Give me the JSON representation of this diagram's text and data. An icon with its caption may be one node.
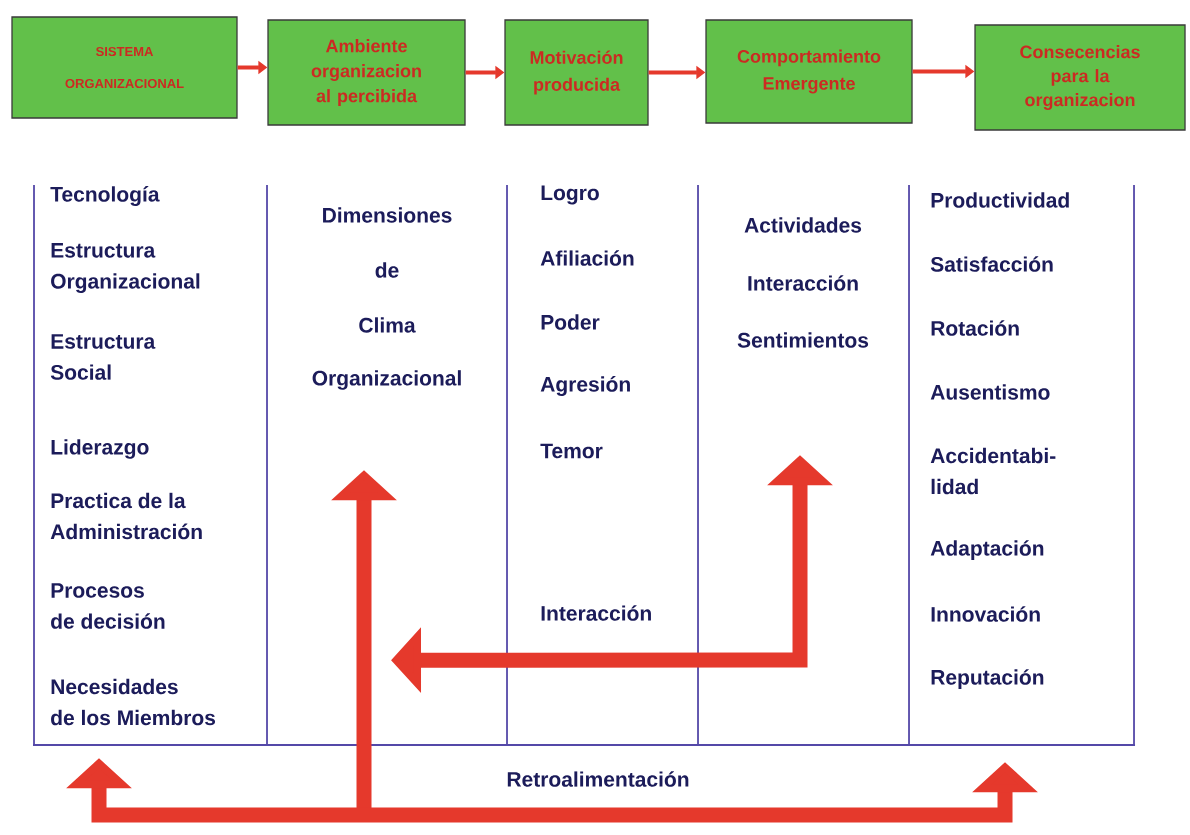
{
  "diagram": {
    "nodes": [
      {
        "text": [
          "SISTEMA ORGANIZACIONAL"
        ]
      },
      {
        "text": [
          "Ambiente organizacion al percibida"
        ]
      },
      {
        "text": [
          "Motivación producida"
        ]
      },
      {
        "text": [
          "Comportamiento Emergente"
        ]
      },
      {
        "text": [
          "Consecencias para la organizacion"
        ]
      },
      {
        "text": [
          "Tecnología",
          "Estructura Organizacional",
          "Estructura Social",
          "Liderazgo",
          "Practica de la Administración",
          "Procesos de decisión",
          "Necesidades de los Miembros"
        ]
      },
      {
        "text": [
          "Dimensiones",
          "de",
          "Clima",
          "Organizacional"
        ]
      },
      {
        "text": [
          "Logro",
          "Afiliación",
          "Poder",
          "Agresión",
          "Temor",
          "Interacción"
        ]
      },
      {
        "text": [
          "Actividades",
          "Interacción",
          "Sentimientos"
        ]
      },
      {
        "text": [
          "Productividad",
          "Satisfacción",
          "Rotación",
          "Ausentismo",
          "Accidentabi- lidad",
          "Adaptación",
          "Innovación",
          "Reputación"
        ]
      }
    ],
    "edges": [
      {
        "from": 0,
        "to": 1,
        "arrow": "to"
      },
      {
        "from": 1,
        "to": 2,
        "arrow": "to"
      },
      {
        "from": 2,
        "to": 3,
        "arrow": "to"
      },
      {
        "from": 3,
        "to": 4,
        "arrow": "to"
      },
      {
        "from": 8,
        "to": 6,
        "arrow": "both",
        "style": "thick"
      },
      {
        "from": null,
        "to": 6,
        "arrow": "to",
        "style": "thick"
      },
      {
        "from": null,
        "to": 5,
        "arrow": "to",
        "style": "thick"
      },
      {
        "from": null,
        "to": 9,
        "arrow": "to",
        "style": "thick"
      }
    ],
    "labels": [
      "Retroalimentación"
    ]
  }
}
